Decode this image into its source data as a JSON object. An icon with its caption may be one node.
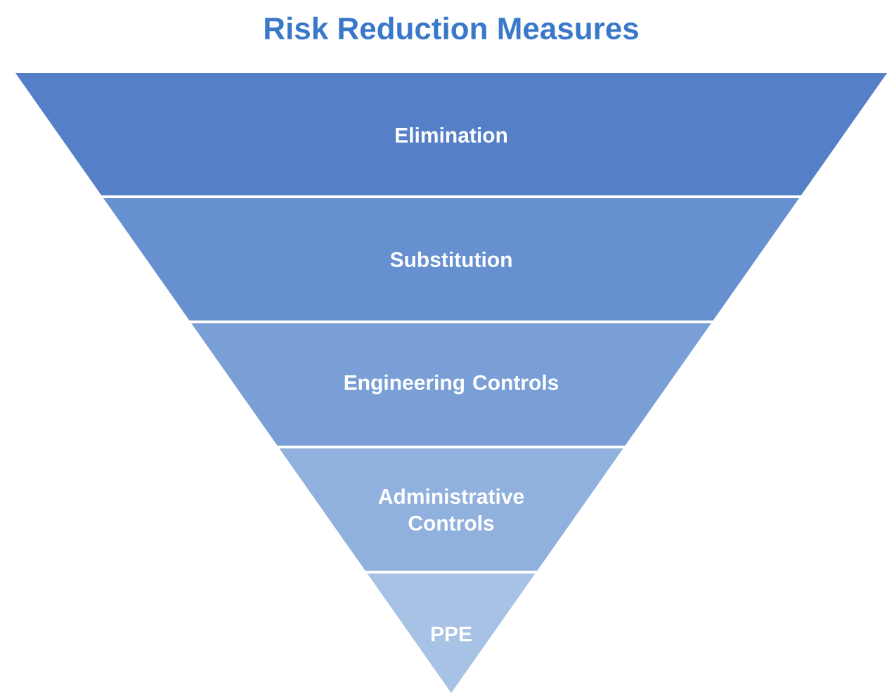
{
  "diagram": {
    "title": "Risk Reduction Measures",
    "nodes": [
      {
        "text": [
          "Elimination"
        ]
      },
      {
        "text": [
          "Substitution"
        ]
      },
      {
        "text": [
          "Engineering Controls"
        ]
      },
      {
        "text": [
          "Administrative Controls"
        ]
      },
      {
        "text": [
          "PPE"
        ]
      }
    ]
  }
}
